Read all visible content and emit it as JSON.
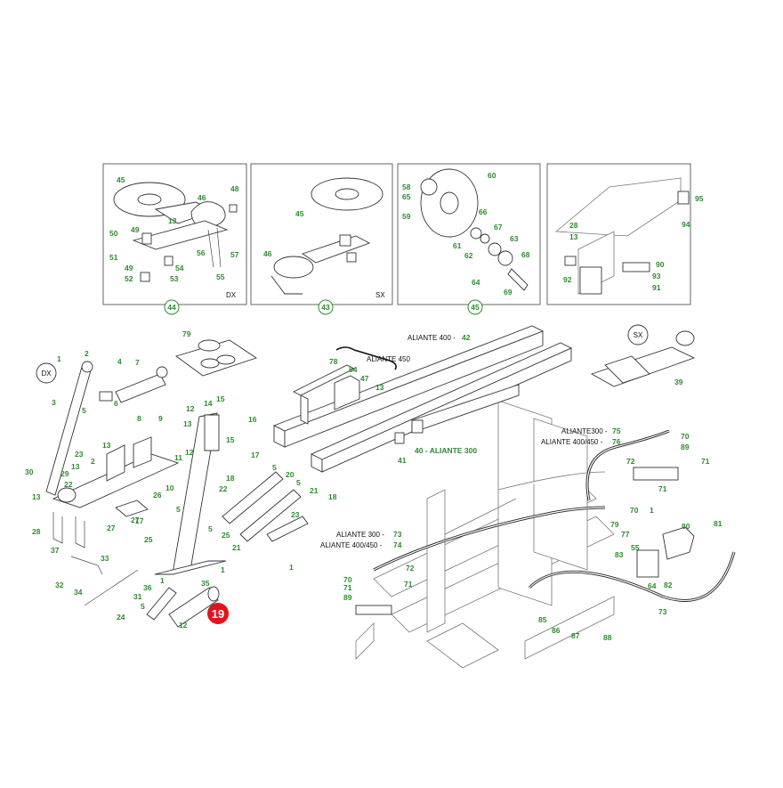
{
  "inset_boxes": [
    {
      "id": "44",
      "side": "DX",
      "parts": [
        "45",
        "46",
        "48",
        "13",
        "49",
        "50",
        "51",
        "49",
        "52",
        "53",
        "54",
        "56",
        "55",
        "57"
      ]
    },
    {
      "id": "43",
      "side": "SX",
      "parts": [
        "45",
        "46"
      ]
    },
    {
      "id": "45",
      "side": "",
      "parts": [
        "58",
        "65",
        "60",
        "59",
        "66",
        "61",
        "67",
        "62",
        "63",
        "68",
        "64",
        "69"
      ]
    },
    {
      "id": "",
      "side": "",
      "parts": [
        "95",
        "28",
        "94",
        "13",
        "90",
        "93",
        "92",
        "91"
      ]
    }
  ],
  "callouts": {
    "dx": "DX",
    "sx": "SX",
    "aliante_400": "ALIANTE 400 - ",
    "n42": "42",
    "aliante_450": "ALIANTE 450",
    "aliante_300_40": "40 - ALIANTE 300",
    "aliante300_75": "ALIANTE300 - ",
    "n75": "75",
    "aliante400_450_76": "ALIANTE 400/450 - ",
    "n76": "76",
    "aliante_300_73": "ALIANTE 300 - ",
    "n73": "73",
    "aliante_400450_74": "ALIANTE 400/450 - ",
    "n74": "74"
  },
  "highlight": {
    "number": "19",
    "color": "#e0161c"
  },
  "colors": {
    "number": "#2e8b2e",
    "line": "#444444"
  }
}
